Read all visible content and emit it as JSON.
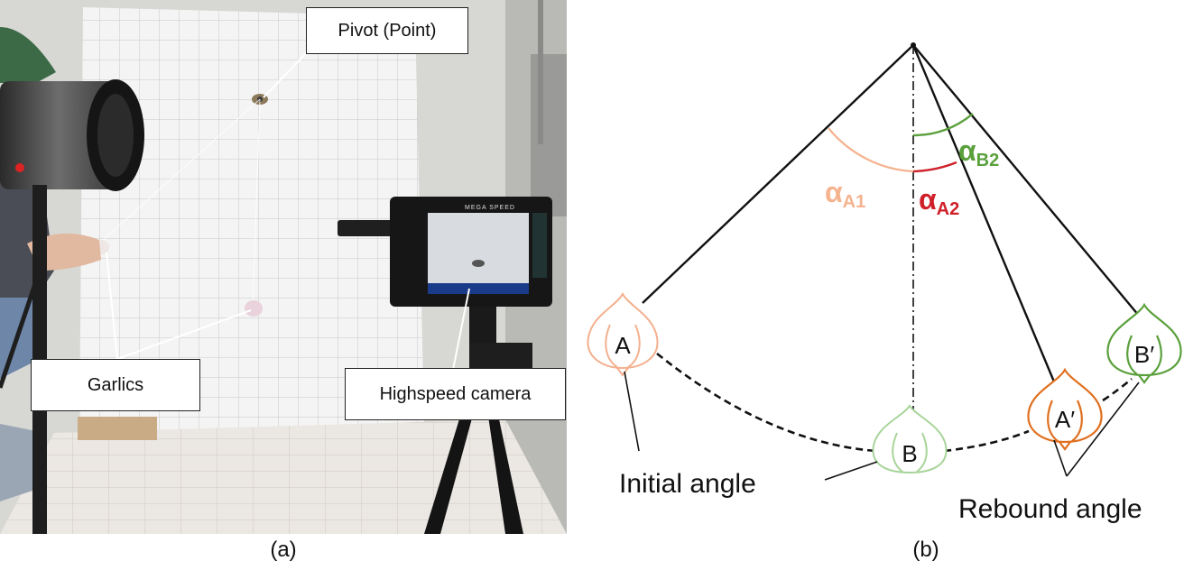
{
  "panel_a": {
    "caption": "(a)",
    "labels": {
      "pivot": "Pivot (Point)",
      "garlics": "Garlics",
      "camera": "Highspeed camera",
      "camera_brand": "MEGA SPEED"
    }
  },
  "panel_b": {
    "caption": "(b)",
    "angles": {
      "a1_main": "α",
      "a1_sub": "A1",
      "a2_main": "α",
      "a2_sub": "A2",
      "b2_main": "α",
      "b2_sub": "B2"
    },
    "garlic_labels": {
      "a": "A",
      "b": "B",
      "a_prime": "A′",
      "b_prime": "B′"
    },
    "annotations": {
      "initial": "Initial angle",
      "rebound": "Rebound angle"
    },
    "colors": {
      "a1": "#f5b38f",
      "a2": "#d0202a",
      "b2": "#5aa03c",
      "garlic_a": "#f3b08e",
      "garlic_b": "#a8d49a",
      "garlic_a_prime": "#e07020",
      "garlic_b_prime": "#5aa03c"
    }
  }
}
